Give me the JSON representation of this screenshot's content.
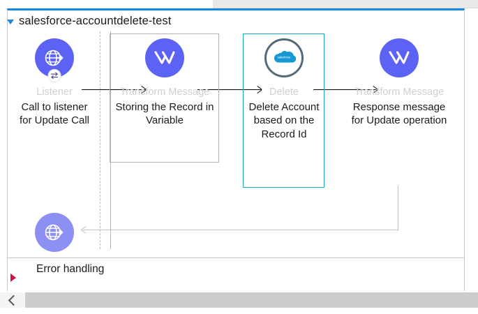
{
  "window": {
    "scrollbar": {
      "left_arrow_icon": "chevron-left-icon"
    }
  },
  "flow": {
    "expand_caret_icon": "caret-down-icon",
    "title": "salesforce-accountdelete-test",
    "selected_node_index": 2,
    "accent_color": "#1a87e0",
    "selection_color": "#1aa3c4",
    "node_color": "#5b62f4",
    "node_color_muted": "#8c90f3",
    "salesforce_ring_color": "#556a77",
    "salesforce_logo_color": "#1798d6",
    "nodes": [
      {
        "type": "Listener",
        "label": "Call to listener for Update Call",
        "icon": "globe-arrow-icon",
        "badge_icon": "two-way-arrow-icon",
        "boxed": false
      },
      {
        "type": "Transform Message",
        "label": "Storing the Record in Variable",
        "icon": "transform-message-icon",
        "boxed": true
      },
      {
        "type": "Delete",
        "label": "Delete Account based on the Record Id",
        "icon": "salesforce-cloud-icon",
        "boxed": true,
        "selected": true
      },
      {
        "type": "Transform Message",
        "label": "Response message for Update operation",
        "icon": "transform-message-icon",
        "boxed": false
      }
    ],
    "response_node": {
      "icon": "globe-arrow-icon",
      "type": "",
      "label": ""
    },
    "error_handling": {
      "label": "Error handling",
      "caret_icon": "caret-right-icon",
      "caret_color": "#d31145",
      "expanded": false
    }
  }
}
